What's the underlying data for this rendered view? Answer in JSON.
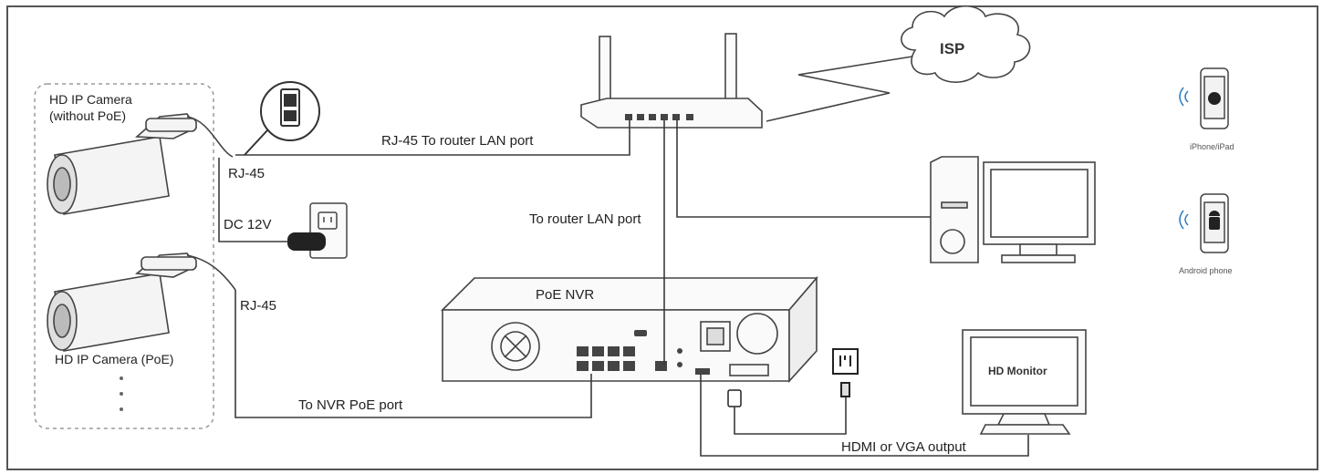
{
  "labels": {
    "camera_no_poe": "HD IP Camera\n(without PoE)",
    "rj45_top": "RJ-45",
    "rj45_bottom": "RJ-45",
    "router_lan_top": "RJ-45 To router LAN port",
    "router_lan_nvr": "To router LAN port",
    "dc12v": "DC 12V",
    "camera_poe": "HD IP Camera (PoE)",
    "nvr": "PoE NVR",
    "nvr_poe_port": "To NVR PoE port",
    "isp": "ISP",
    "iphone": "iPhone/iPad",
    "android": "Android phone",
    "hd_monitor": "HD Monitor",
    "hdmi_vga": "HDMI or VGA output"
  },
  "colors": {
    "line": "#3a3a3a",
    "frame": "#555555",
    "dashed_group": "#9a9a9a"
  },
  "icons": [
    "camera-icon",
    "router-icon",
    "cloud-icon",
    "phone-icon",
    "apple-icon",
    "android-icon",
    "desktop-pc-icon",
    "nvr-icon",
    "monitor-icon",
    "power-outlet-icon",
    "power-adapter-icon",
    "power-plug-icon"
  ]
}
